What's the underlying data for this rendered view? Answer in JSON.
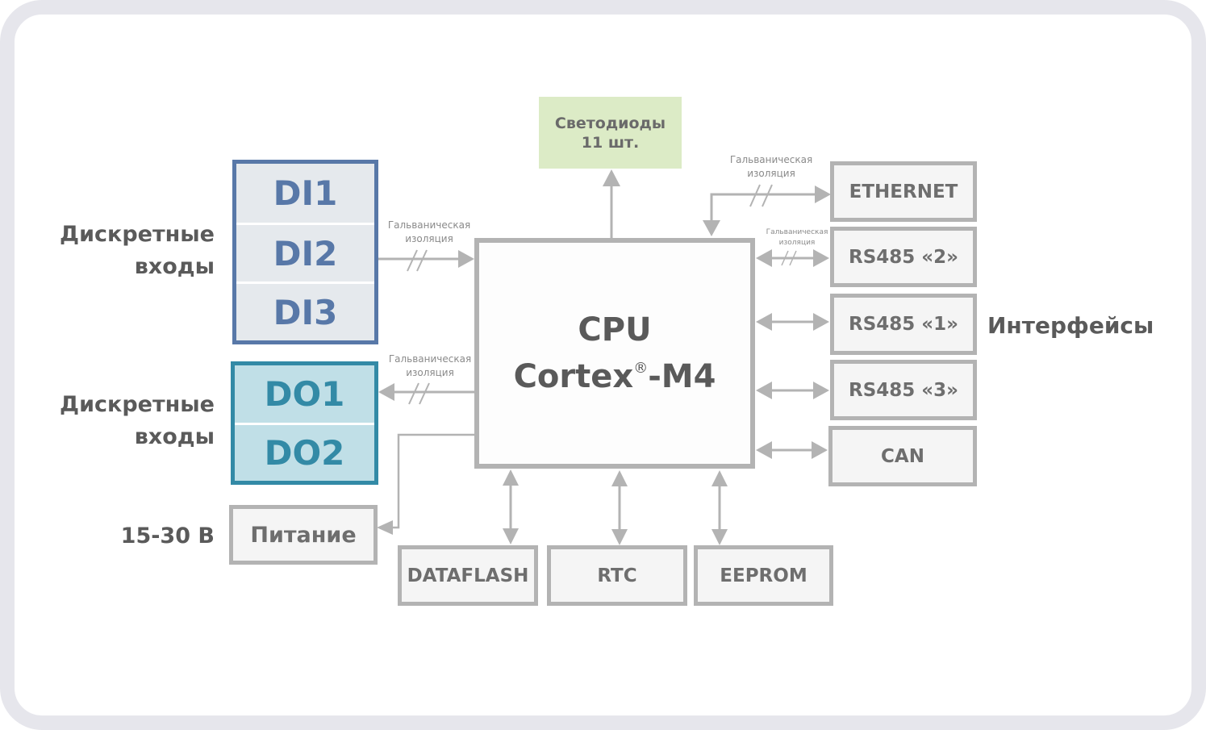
{
  "diagram": {
    "title_cpu": {
      "line1": "CPU",
      "line2_main": "Cortex",
      "line2_sup": "®",
      "line2_tail": "-M4"
    },
    "leds": {
      "line1": "Светодиоды",
      "line2": "11 шт."
    },
    "discrete_inputs": {
      "label_line1": "Дискретные",
      "label_line2": "входы",
      "channels": [
        "DI1",
        "DI2",
        "DI3"
      ],
      "color": "#5878a8"
    },
    "discrete_outputs": {
      "label_line1": "Дискретные",
      "label_line2": "входы",
      "channels": [
        "DO1",
        "DO2"
      ],
      "color": "#338aa6"
    },
    "power": {
      "label": "15-30 В",
      "box": "Питание"
    },
    "interfaces": {
      "label": "Интерфейсы",
      "items": [
        "ETHERNET",
        "RS485 «2»",
        "RS485 «1»",
        "RS485 «3»",
        "CAN"
      ]
    },
    "memory": [
      "DATAFLASH",
      "RTC",
      "EEPROM"
    ],
    "isolation_label": {
      "line1": "Гальваническая",
      "line2": "изоляция"
    },
    "colors": {
      "line": "#b3b3b3",
      "text": "#5a5a5a",
      "led_fill": "#dcebc6",
      "frame": "#e6e6ec"
    }
  }
}
